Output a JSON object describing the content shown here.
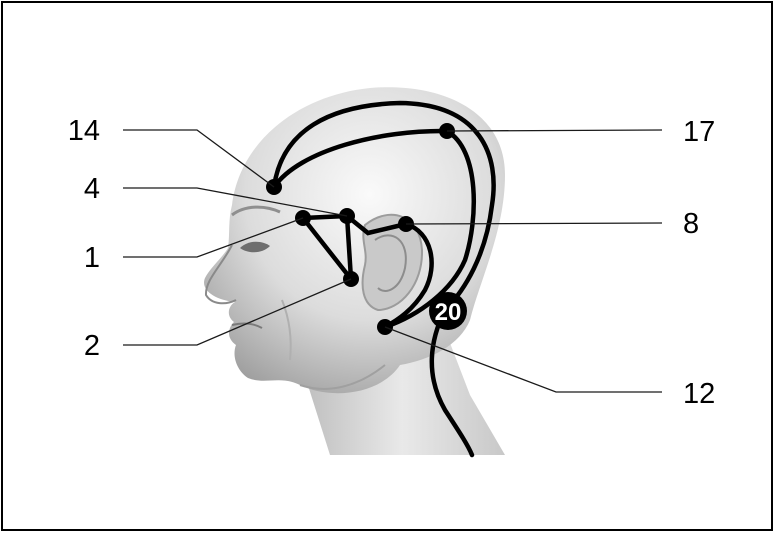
{
  "points": {
    "p14": {
      "label": "14"
    },
    "p4": {
      "label": "4"
    },
    "p1": {
      "label": "1"
    },
    "p2": {
      "label": "2"
    },
    "p17": {
      "label": "17"
    },
    "p8": {
      "label": "8"
    },
    "p12": {
      "label": "12"
    },
    "p20": {
      "label": "20"
    }
  },
  "colors": {
    "line": "#000000",
    "leader": "#1a1a1a",
    "skin_light": "#f2f2f2",
    "skin_mid": "#d6d6d6",
    "skin_dark": "#a9a9a9"
  }
}
